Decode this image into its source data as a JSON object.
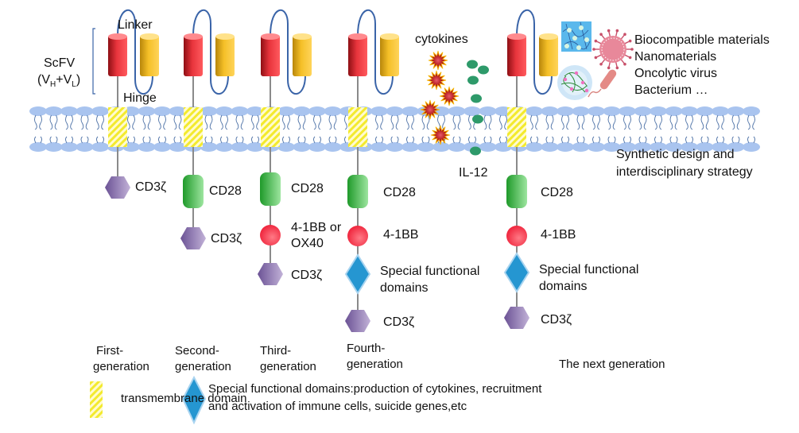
{
  "title": "Evolution of CAR-T cell generations",
  "annotations": {
    "scfv": "ScFV",
    "scfv_sub": {
      "open": "(V",
      "h": "H",
      "plus": "+V",
      "l": "L",
      "close": ")"
    },
    "linker": "Linker",
    "hinge": "Hinge",
    "cytokines": "cytokines",
    "il12": "IL-12",
    "materials": [
      "Biocompatible materials",
      "Nanomaterials",
      "Oncolytic virus",
      "Bacterium …"
    ],
    "synthetic": [
      "Synthetic design and",
      "interdisciplinary strategy"
    ]
  },
  "generations": [
    {
      "name": [
        "First-",
        "generation"
      ],
      "domains": [
        "CD3ζ"
      ]
    },
    {
      "name": [
        "Second-",
        "generation"
      ],
      "domains": [
        "CD28",
        "CD3ζ"
      ]
    },
    {
      "name": [
        "Third-",
        "generation"
      ],
      "domains": [
        "CD28",
        "4-1BB or",
        "OX40",
        "CD3ζ"
      ]
    },
    {
      "name": [
        "Fourth-",
        "generation"
      ],
      "domains": [
        "CD28",
        "4-1BB",
        "Special functional",
        "domains",
        "CD3ζ"
      ]
    },
    {
      "name": [
        "The next generation"
      ],
      "domains": [
        "CD28",
        "4-1BB",
        "Special functional",
        "domains",
        "CD3ζ"
      ]
    }
  ],
  "legend": {
    "transmembrane": "transmembrane domain",
    "special": [
      "Special functional domains:production of cytokines, recruitment",
      "and activation of immune cells, suicide genes,etc"
    ]
  },
  "colors": {
    "vh": "#e8343c",
    "vl": "#f5c028",
    "linker": "#3a64a8",
    "membrane_head": "#a9c4ef",
    "lipid_tail": "#4a6fa5",
    "transmembrane": "#f6ef3c",
    "cd28": "#3fbf4a",
    "costim": "#f2384f",
    "special": "#2596d1",
    "cd3z": "#9a86b8",
    "cytokine_star": "#c42525",
    "il12_dot": "#2e9a6a"
  }
}
